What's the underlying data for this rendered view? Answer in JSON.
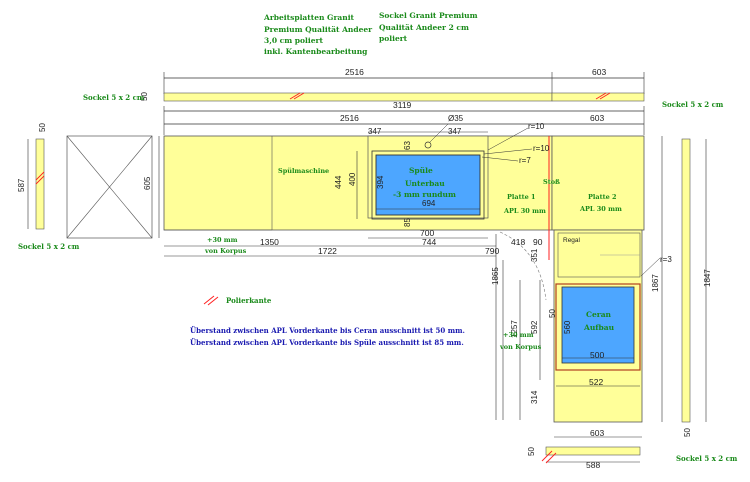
{
  "header": {
    "top_left": [
      "Arbeitsplatten Granit",
      "Premium Qualität Andeer",
      "3,0 cm poliert",
      "inkl. Kantenbearbeitung"
    ],
    "top_right": [
      "Sockel Granit Premium",
      "Qualität Andeer 2 cm",
      "poliert"
    ]
  },
  "sockel": {
    "top_left": "Sockel 5 x 2 cm",
    "top_right": "Sockel 5 x 2 cm",
    "left_bottom": "Sockel 5 x 2 cm",
    "right_bottom": "Sockel 5 x 2 cm"
  },
  "labels": {
    "spuelmaschine": "Spülmaschine",
    "spuele": [
      "Spüle",
      "Unterbau",
      "-3 mm rundum"
    ],
    "platte1": [
      "Platte 1",
      "APL 30 mm"
    ],
    "platte2": [
      "Platte 2",
      "APL 30 mm"
    ],
    "stoss": "Stoß",
    "regal": "Regal",
    "ceran": [
      "Ceran",
      "Aufbau"
    ],
    "korpus_left": [
      "+30 mm",
      "von Korpus"
    ],
    "korpus_right": [
      "+30 mm",
      "von Korpus"
    ],
    "legend": "Polierkante"
  },
  "notes": [
    "Überstand zwischen APL Vorderkante bis Ceran ausschnitt ist 50 mm.",
    "Überstand zwischen APL Vorderkante bis Spüle ausschnitt ist 85 mm."
  ],
  "dims": {
    "d2516a": "2516",
    "d603a": "603",
    "d50a": "50",
    "d3119": "3119",
    "d2516b": "2516",
    "d603b": "603",
    "d347a": "347",
    "d347b": "347",
    "d35": "Ø35",
    "r10a": "r=10",
    "r10b": "r=10",
    "r7": "r=7",
    "d63": "63",
    "d444": "444",
    "d400": "400",
    "d394": "394",
    "d694": "694",
    "d85": "85",
    "d700": "700",
    "d744": "744",
    "d1350": "1350",
    "d1722": "1722",
    "d418": "418",
    "d90": "90",
    "d790": "790",
    "d351": "351",
    "d1865": "1865",
    "d1257": "1257",
    "d592": "592",
    "d314": "314",
    "d1867": "1867",
    "d1847": "1847",
    "r3": "r=3",
    "d50b": "50",
    "d560": "560",
    "d500": "500",
    "d522": "522",
    "d603c": "603",
    "d588": "588",
    "d50c": "50",
    "d50d": "50",
    "d50e": "50",
    "d587": "587",
    "d605": "605"
  },
  "colors": {
    "panel": "#ffff99",
    "sink": "#4da6ff",
    "dim_line": "#333333",
    "polish": "#ff2020",
    "text": "#1a8a1a"
  }
}
